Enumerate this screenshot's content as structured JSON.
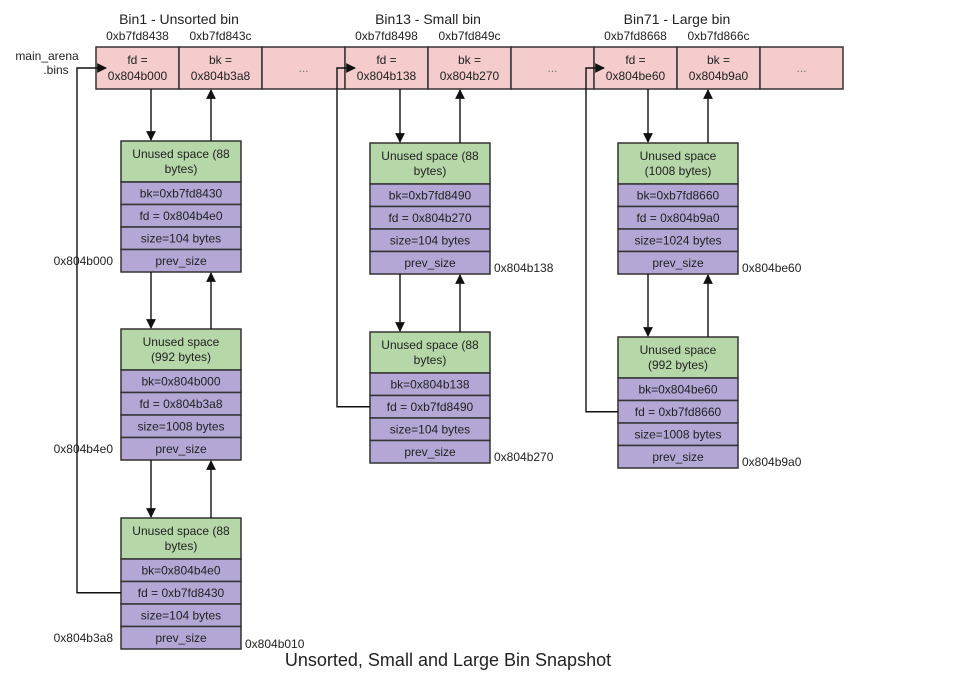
{
  "caption": "Unsorted, Small and Large Bin Snapshot",
  "arena_label": [
    "main_arena",
    ".bins"
  ],
  "colors": {
    "bin_cell": "#f4cccc",
    "unused_space": "#b6d7a8",
    "chunk_field": "#b4a7d6",
    "stroke": "#333333"
  },
  "bins": [
    {
      "title": "Bin1 - Unsorted bin",
      "fd_addr": "0xb7fd8438",
      "bk_addr": "0xb7fd843c",
      "fd_label": "fd =",
      "fd_value": "0x804b000",
      "bk_label": "bk =",
      "bk_value": "0x804b3a8",
      "ellipsis": "...",
      "chunks": [
        {
          "unused": [
            "Unused space (88",
            "bytes)"
          ],
          "bk": "bk=0xb7fd8430",
          "fd": "fd = 0x804b4e0",
          "size": "size=104 bytes",
          "prev_size": "prev_size",
          "addr": "0x804b000",
          "addr_side": "left"
        },
        {
          "unused": [
            "Unused space",
            "(992 bytes)"
          ],
          "bk": "bk=0x804b000",
          "fd": "fd = 0x804b3a8",
          "size": "size=1008 bytes",
          "prev_size": "prev_size",
          "addr": "0x804b4e0",
          "addr_side": "left"
        },
        {
          "unused": [
            "Unused space (88",
            "bytes)"
          ],
          "bk": "bk=0x804b4e0",
          "fd": "fd = 0xb7fd8430",
          "size": "size=104 bytes",
          "prev_size": "prev_size",
          "addr": "0x804b3a8",
          "addr_side": "left",
          "extra_addr": "0x804b010"
        }
      ]
    },
    {
      "title": "Bin13 - Small bin",
      "fd_addr": "0xb7fd8498",
      "bk_addr": "0xb7fd849c",
      "fd_label": "fd =",
      "fd_value": "0x804b138",
      "bk_label": "bk =",
      "bk_value": "0x804b270",
      "ellipsis": "...",
      "chunks": [
        {
          "unused": [
            "Unused space (88",
            "bytes)"
          ],
          "bk": "bk=0xb7fd8490",
          "fd": "fd = 0x804b270",
          "size": "size=104 bytes",
          "prev_size": "prev_size",
          "addr": "0x804b138",
          "addr_side": "right"
        },
        {
          "unused": [
            "Unused space (88",
            "bytes)"
          ],
          "bk": "bk=0x804b138",
          "fd": "fd = 0xb7fd8490",
          "size": "size=104 bytes",
          "prev_size": "prev_size",
          "addr": "0x804b270",
          "addr_side": "right"
        }
      ]
    },
    {
      "title": "Bin71 - Large bin",
      "fd_addr": "0xb7fd8668",
      "bk_addr": "0xb7fd866c",
      "fd_label": "fd =",
      "fd_value": "0x804be60",
      "bk_label": "bk =",
      "bk_value": "0x804b9a0",
      "ellipsis": "...",
      "chunks": [
        {
          "unused": [
            "Unused space",
            "(1008 bytes)"
          ],
          "bk": "bk=0xb7fd8660",
          "fd": "fd = 0x804b9a0",
          "size": "size=1024 bytes",
          "prev_size": "prev_size",
          "addr": "0x804be60",
          "addr_side": "right"
        },
        {
          "unused": [
            "Unused space",
            "(992 bytes)"
          ],
          "bk": "bk=0x804be60",
          "fd": "fd = 0xb7fd8660",
          "size": "size=1008 bytes",
          "prev_size": "prev_size",
          "addr": "0x804b9a0",
          "addr_side": "right"
        }
      ]
    }
  ]
}
